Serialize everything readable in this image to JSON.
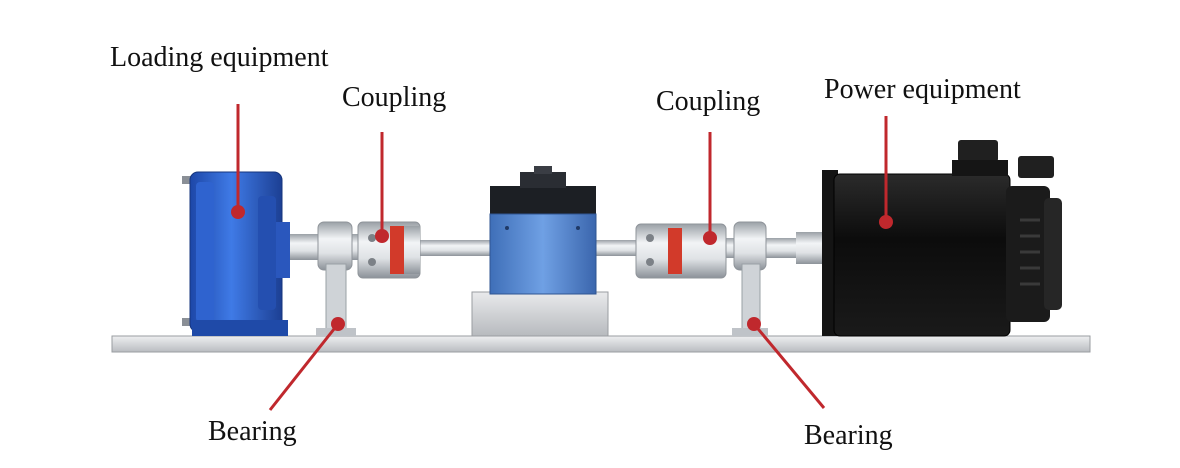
{
  "labels": {
    "loading_equipment": "Loading equipment",
    "coupling_left": "Coupling",
    "coupling_right": "Coupling",
    "power_equipment": "Power equipment",
    "bearing_left": "Bearing",
    "bearing_right": "Bearing"
  },
  "colors": {
    "leader": "#c0282d",
    "loader_blue": "#2a5fd0",
    "sensor_blue": "#5a8ed6",
    "motor_black": "#111111",
    "steel": "#cfd2d6",
    "base_plate": "#d9dadc"
  }
}
